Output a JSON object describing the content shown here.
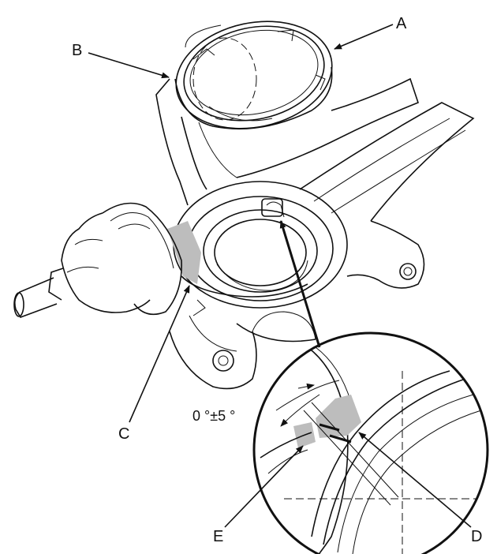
{
  "labels": {
    "a": "A",
    "b": "B",
    "c": "C",
    "d": "D",
    "e": "E"
  },
  "angle_spec": "0 °±5 °",
  "colors": {
    "line": "#111111",
    "shade": "#bdbdbd",
    "background": "#ffffff"
  }
}
